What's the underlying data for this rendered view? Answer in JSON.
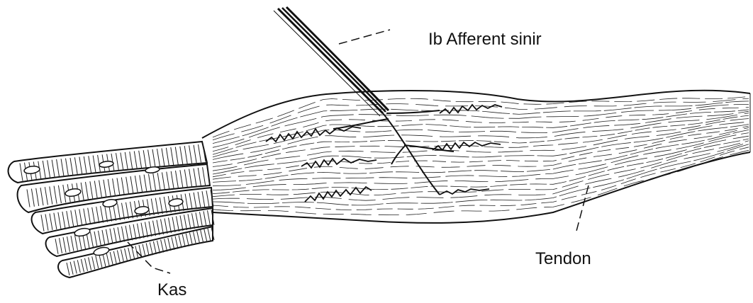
{
  "diagram": {
    "labels": {
      "afferent": "Ib  Afferent sinir",
      "tendon": "Tendon",
      "kas": "Kas"
    },
    "colors": {
      "ink": "#111111",
      "background": "#ffffff"
    }
  }
}
